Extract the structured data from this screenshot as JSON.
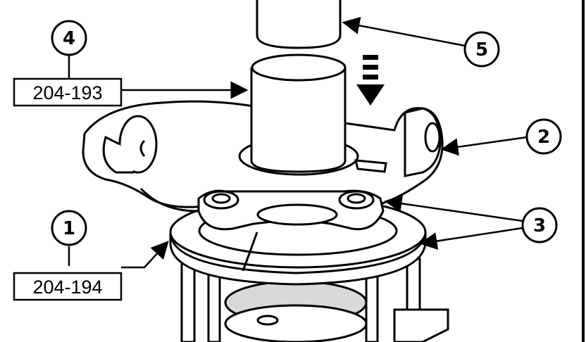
{
  "diagram": {
    "callouts": [
      {
        "id": "1",
        "label": "1"
      },
      {
        "id": "2",
        "label": "2"
      },
      {
        "id": "3",
        "label": "3"
      },
      {
        "id": "4",
        "label": "4"
      },
      {
        "id": "5",
        "label": "5"
      }
    ],
    "tool_labels": {
      "upper": "204-193",
      "lower": "204-194"
    }
  },
  "colors": {
    "ink": "#000000",
    "paper": "#ffffff",
    "shade": "#d9d9d9"
  }
}
